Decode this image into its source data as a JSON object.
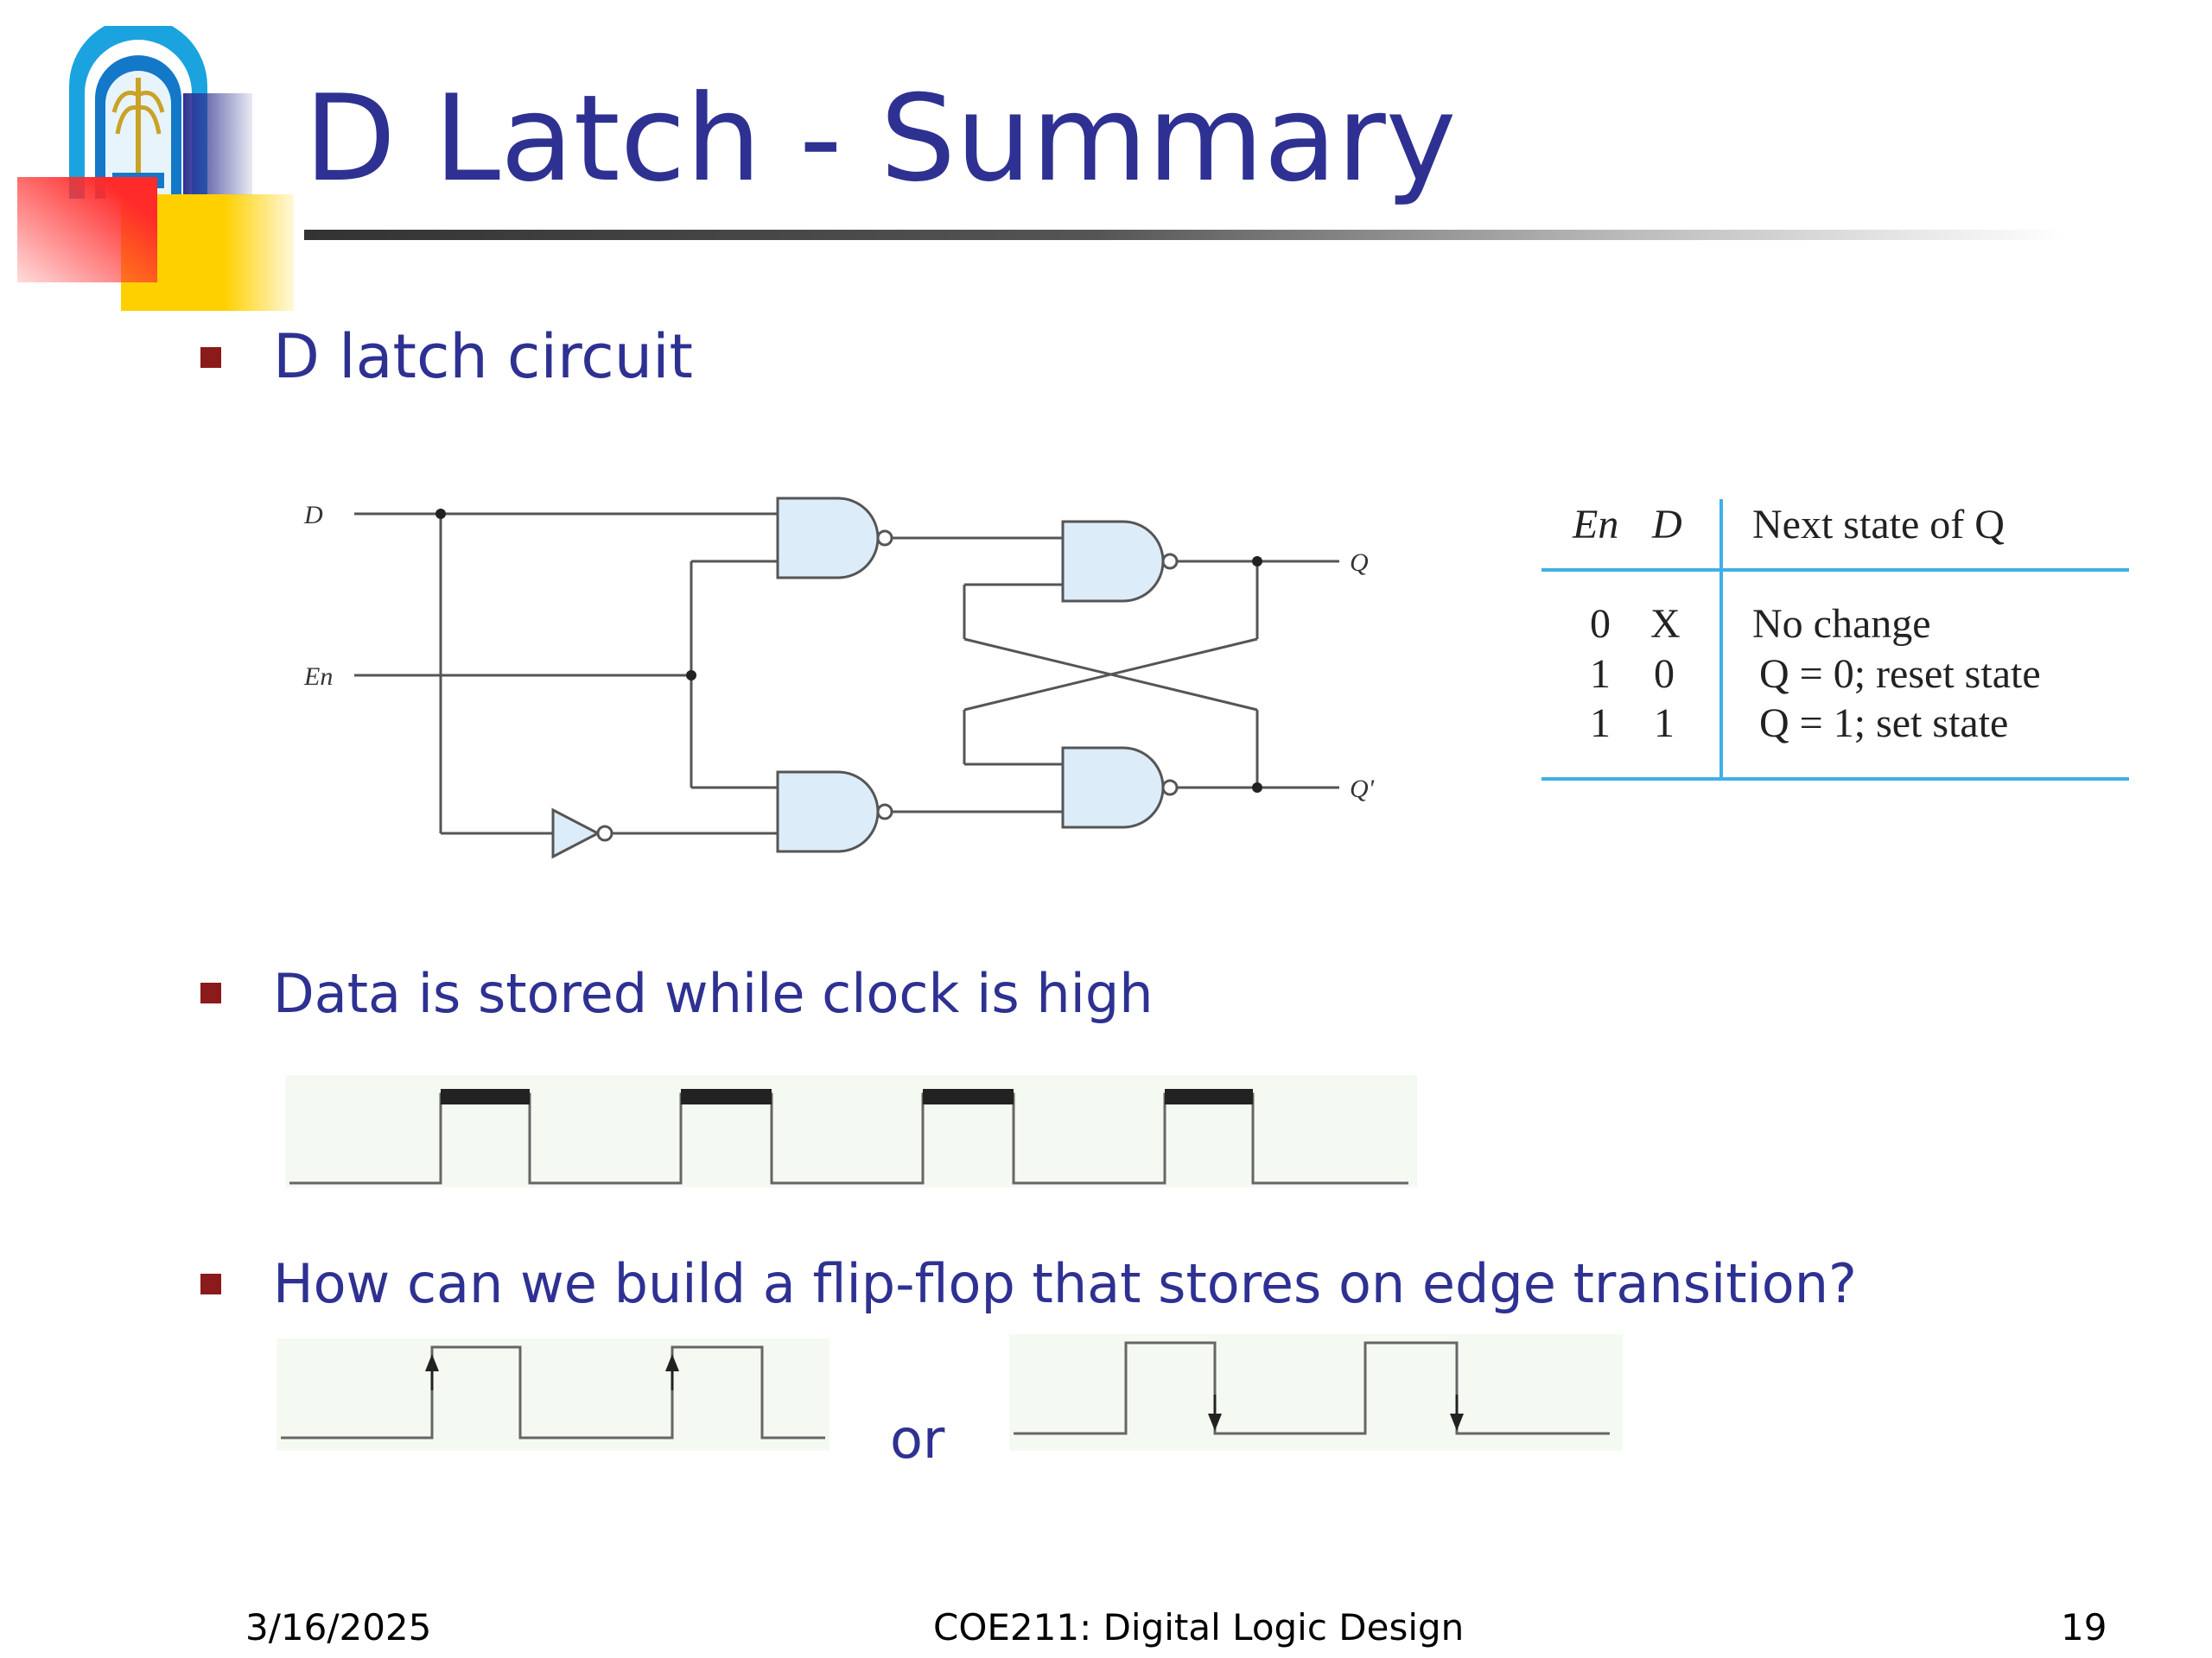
{
  "slide": {
    "title": "D Latch - Summary",
    "bullets": [
      "D latch circuit",
      "Data is stored while clock is high",
      "How can we build a flip-flop that stores on edge transition?"
    ],
    "or_label": "or"
  },
  "circuit": {
    "input_d": "D",
    "input_en": "En",
    "output_q": "Q",
    "output_qn": "Q'"
  },
  "truth_table": {
    "headers": [
      "En",
      "D",
      "Next state of Q"
    ],
    "rows": [
      [
        "0",
        "X",
        "No change"
      ],
      [
        "1",
        "0",
        "Q = 0; reset state"
      ],
      [
        "1",
        "1",
        "Q = 1; set state"
      ]
    ]
  },
  "footer": {
    "date": "3/16/2025",
    "course": "COE211: Digital Logic Design",
    "page": "19"
  },
  "colors": {
    "title": "#2e3192",
    "bullet": "#8b1a1a",
    "gate_fill": "#dcecf8",
    "table_rule": "#3fb0e8"
  }
}
